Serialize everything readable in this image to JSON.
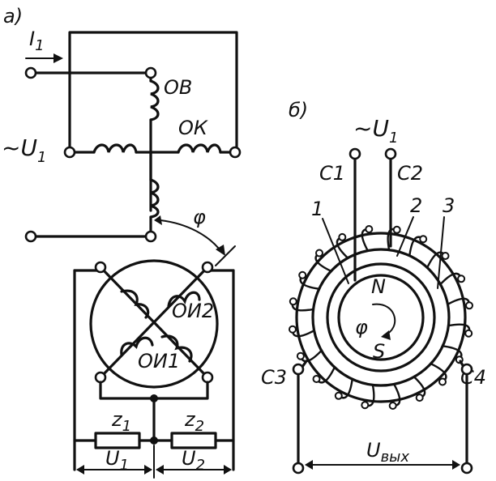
{
  "panel_a": {
    "label": "а)",
    "current_label": "I",
    "current_subscript": "1",
    "supply_voltage_label": "~U",
    "supply_voltage_subscript": "1",
    "excitation_winding": "ОВ",
    "compensation_winding": "ОК",
    "angle_label": "φ",
    "output_winding_2": "ОИ2",
    "output_winding_1": "ОИ1",
    "impedance_1": "z",
    "impedance_1_subscript": "1",
    "impedance_2": "z",
    "impedance_2_subscript": "2",
    "voltage_1": "U",
    "voltage_1_subscript": "1",
    "voltage_2": "U",
    "voltage_2_subscript": "2"
  },
  "panel_b": {
    "label": "б)",
    "supply_voltage_label": "~U",
    "supply_voltage_subscript": "1",
    "terminal_c1": "С1",
    "terminal_c2": "С2",
    "terminal_c3": "С3",
    "terminal_c4": "С4",
    "callout_1": "1",
    "callout_2": "2",
    "callout_3": "3",
    "pole_north": "N",
    "pole_south": "S",
    "angle_label": "φ",
    "output_voltage_label": "U",
    "output_voltage_subscript": "вых"
  }
}
